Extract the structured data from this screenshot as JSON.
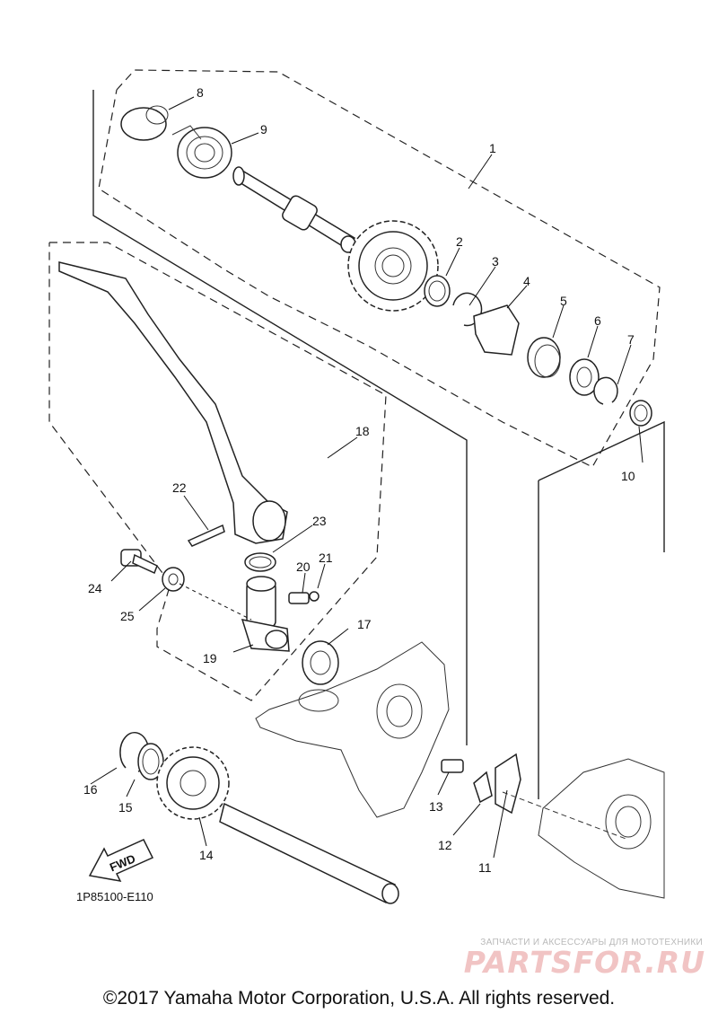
{
  "diagram": {
    "callouts": [
      "1",
      "2",
      "3",
      "4",
      "5",
      "6",
      "7",
      "8",
      "9",
      "10",
      "11",
      "12",
      "13",
      "14",
      "15",
      "16",
      "17",
      "18",
      "19",
      "20",
      "21",
      "22",
      "23",
      "24",
      "25"
    ],
    "fwd_label": "FWD",
    "drawing_code": "1P85100-E110"
  },
  "watermark": {
    "tagline": "ЗАПЧАСТИ И АКСЕССУАРЫ ДЛЯ МОТОТЕХНИКИ",
    "logo": "PARTSFOR.RU"
  },
  "footer": {
    "copyright": "©2017 Yamaha Motor Corporation, U.S.A. All rights reserved."
  }
}
